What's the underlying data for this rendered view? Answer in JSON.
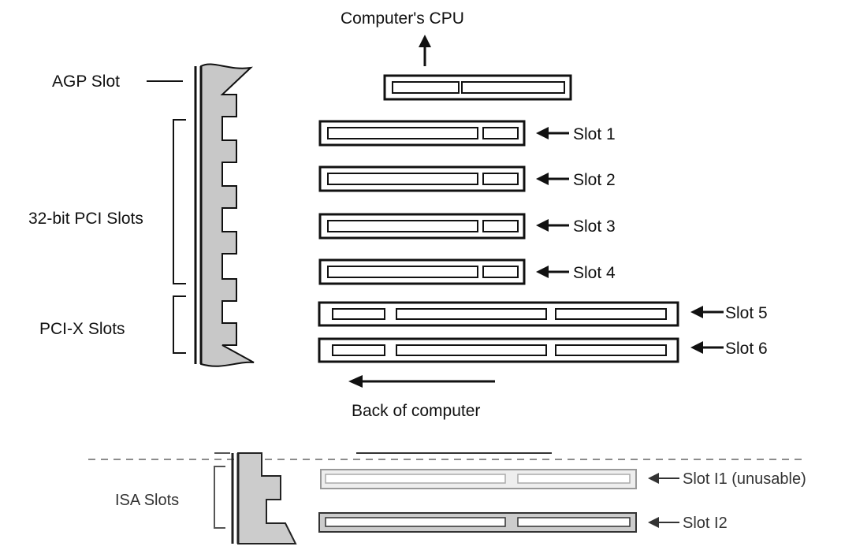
{
  "labels": {
    "cpu": "Computer's CPU",
    "agp": "AGP Slot",
    "pci32": "32-bit PCI Slots",
    "pcix": "PCI-X Slots",
    "back": "Back of computer",
    "isa": "ISA Slots"
  },
  "slots": {
    "s1": "Slot 1",
    "s2": "Slot 2",
    "s3": "Slot 3",
    "s4": "Slot 4",
    "s5": "Slot 5",
    "s6": "Slot 6",
    "i1": "Slot I1 (unusable)",
    "i2": "Slot I2"
  },
  "colors": {
    "ink": "#111111",
    "board": "#c8c8c8",
    "isa_board": "#cccccc",
    "isa_unusable": "#eeeeee"
  }
}
